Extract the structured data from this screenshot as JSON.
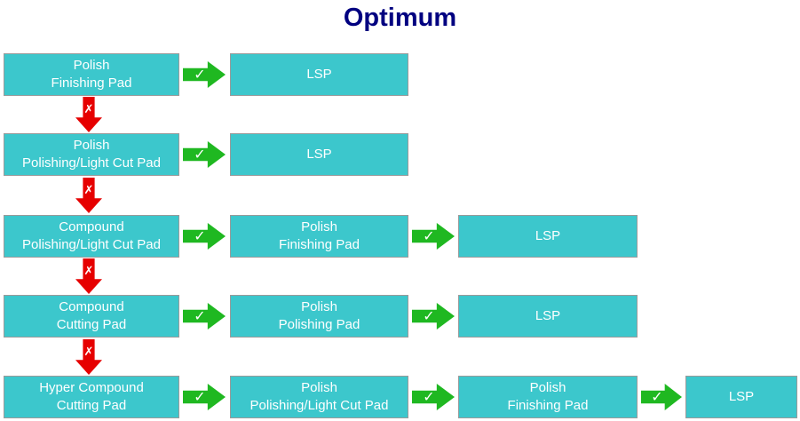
{
  "title": "Optimum",
  "symbols": {
    "check": "✓",
    "cross": "✗"
  },
  "colors": {
    "box_fill": "#3cc7cc",
    "box_text": "#ffffff",
    "success_arrow": "#1fb821",
    "fail_arrow": "#e60000",
    "title_text": "#000080"
  },
  "boxes": {
    "r1c1": "Polish\nFinishing Pad",
    "r1c2": "LSP",
    "r2c1": "Polish\nPolishing/Light Cut Pad",
    "r2c2": "LSP",
    "r3c1": "Compound\nPolishing/Light Cut Pad",
    "r3c2": "Polish\nFinishing Pad",
    "r3c3": "LSP",
    "r4c1": "Compound\nCutting Pad",
    "r4c2": "Polish\nPolishing Pad",
    "r4c3": "LSP",
    "r5c1": "Hyper Compound\nCutting Pad",
    "r5c2": "Polish\nPolishing/Light Cut Pad",
    "r5c3": "Polish\nFinishing Pad",
    "r5c4": "LSP"
  }
}
